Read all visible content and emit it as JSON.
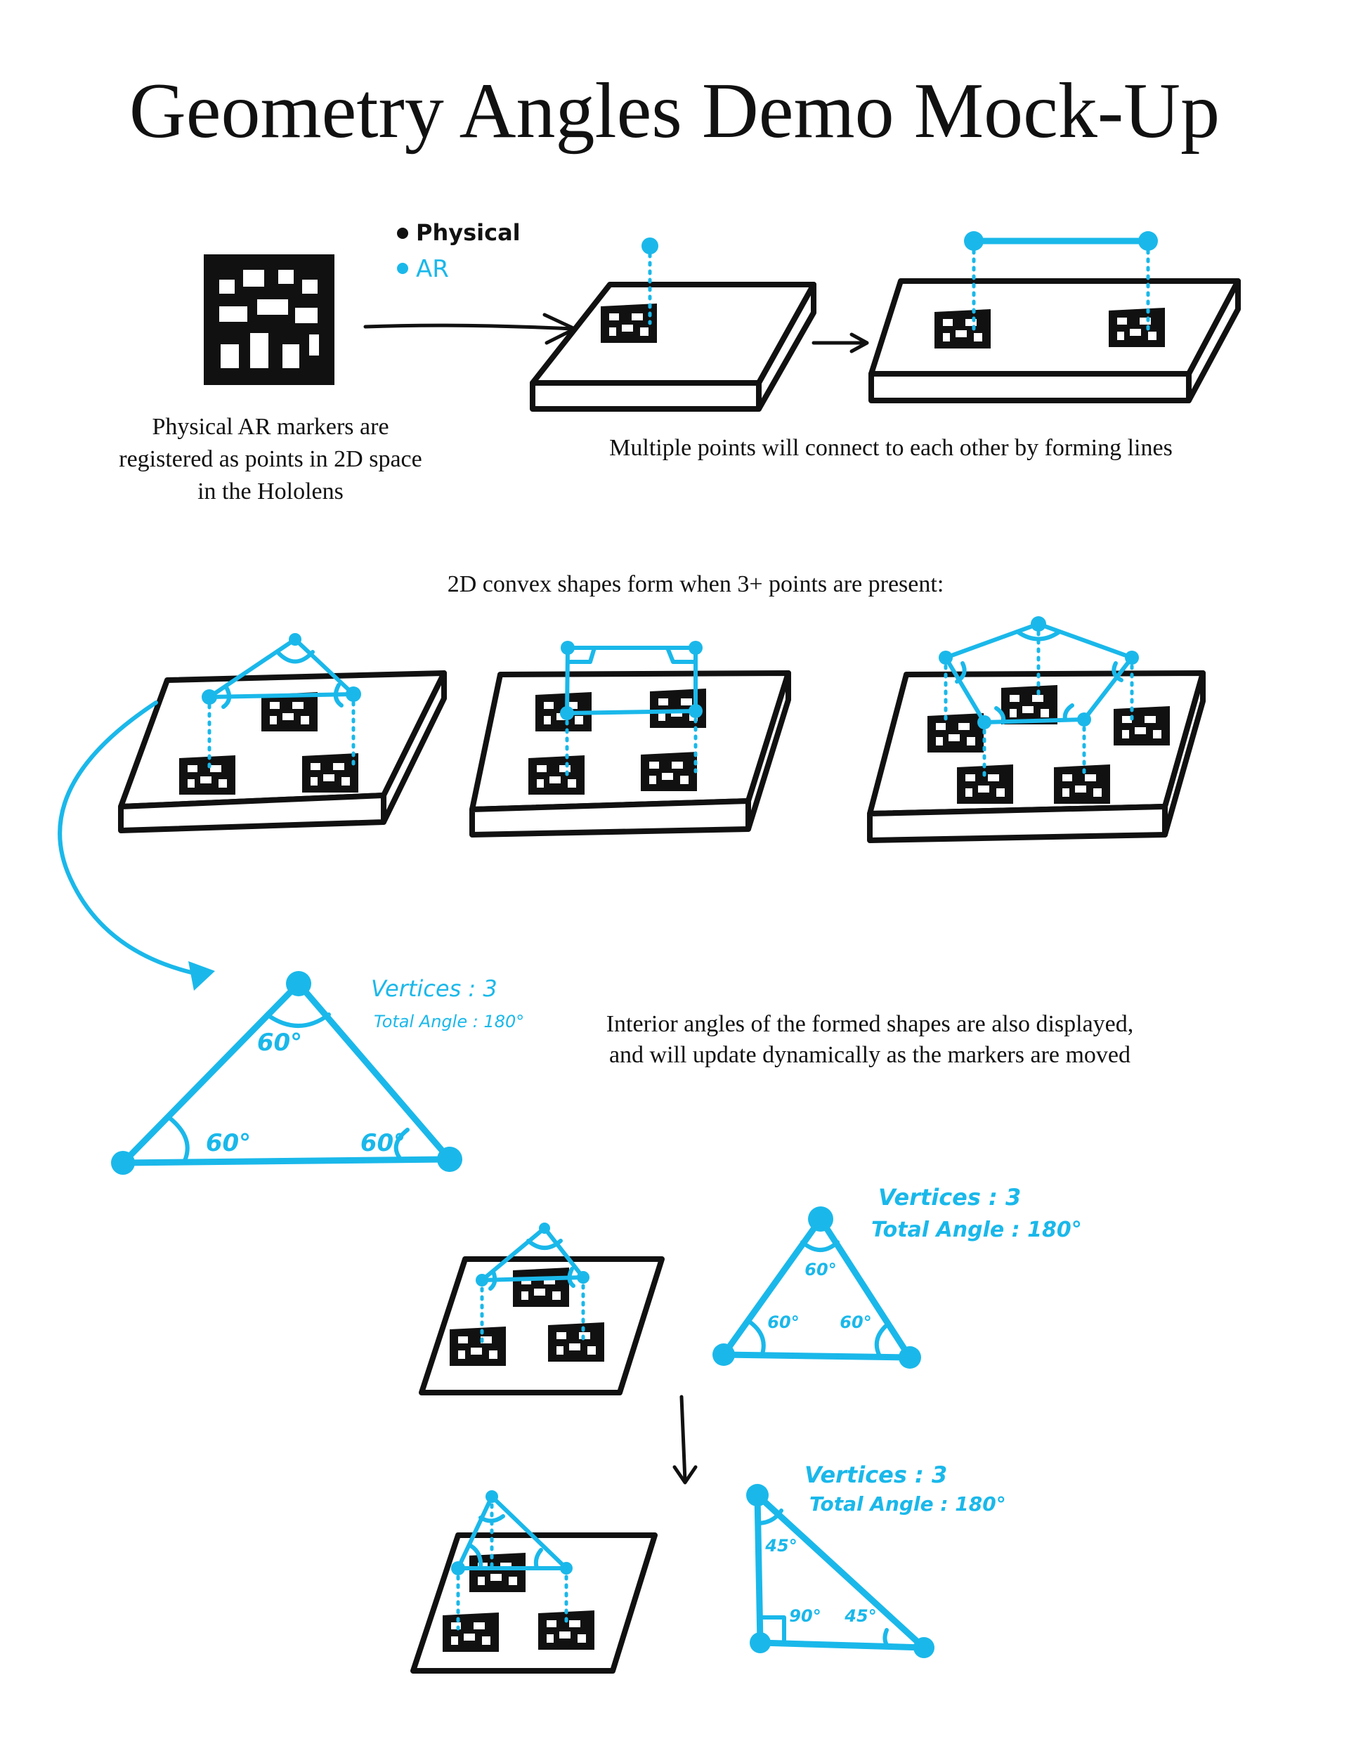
{
  "title": "Geometry Angles Demo Mock-Up",
  "legend": {
    "physical_label": "Physical",
    "ar_label": "AR",
    "physical_color": "#111111",
    "ar_color": "#1ab8ea"
  },
  "captions": {
    "markers_caption": [
      "Physical AR markers are",
      "registered as points in 2D space",
      "in the Hololens"
    ],
    "lines_caption": "Multiple points will connect to each other by forming lines",
    "shapes_caption": "2D convex shapes form when 3+ points are present:",
    "angles_caption": [
      "Interior angles of the formed shapes are also displayed,",
      "and will update dynamically as the markers are moved"
    ]
  },
  "triangle_large": {
    "vertices_label": "Vertices : 3",
    "total_angle_label": "Total Angle : 180°",
    "angles": [
      "60°",
      "60°",
      "60°"
    ]
  },
  "triangle_before": {
    "vertices_label": "Vertices : 3",
    "total_angle_label": "Total Angle : 180°",
    "angles": [
      "60°",
      "60°",
      "60°"
    ]
  },
  "triangle_after": {
    "vertices_label": "Vertices : 3",
    "total_angle_label": "Total Angle : 180°",
    "angles": [
      "45°",
      "90°",
      "45°"
    ]
  }
}
